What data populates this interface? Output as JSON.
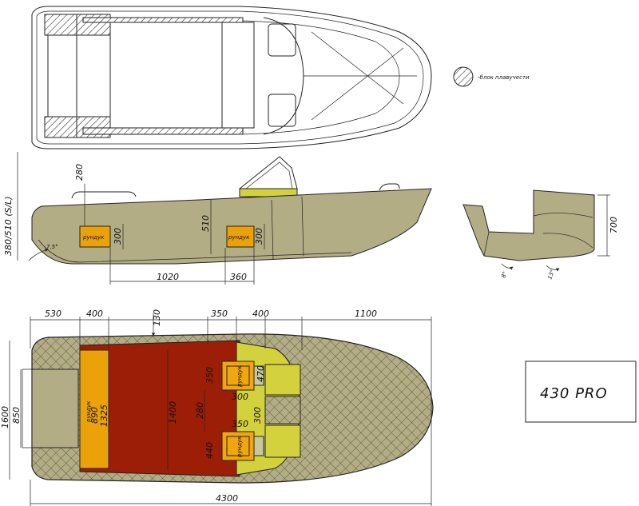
{
  "legend": {
    "label": "-блок плавучести"
  },
  "title": "430 PRO",
  "colors": {
    "hull": "#b3ad85",
    "deck": "#9c1e07",
    "flotation": "#eba208",
    "console": "#d3d23c",
    "seat": "#f0a60c",
    "outline": "#222222"
  },
  "side_view": {
    "dims": {
      "height_sl": "380/510 (S/L)",
      "d280": "280",
      "d510": "510",
      "d300a": "300",
      "d300b": "300",
      "d1020": "1020",
      "d360": "360",
      "deadrise": "7.5°"
    },
    "tag_a": "рундук",
    "tag_b": "рундук"
  },
  "section_view": {
    "dims": {
      "d700": "700",
      "d8": "8°",
      "d13": "13°"
    }
  },
  "plan_view": {
    "dims": {
      "d530": "530",
      "d400a": "400",
      "d130": "130",
      "d350a": "350",
      "d400b": "400",
      "d1100": "1100",
      "d1600": "1600",
      "d850": "850",
      "d890": "890",
      "d1325": "1325",
      "d1400": "1400",
      "d280": "280",
      "d350b": "350",
      "d300a": "300",
      "d470": "470",
      "d300b": "300",
      "d350c": "350",
      "d440": "440",
      "d4300": "4300"
    },
    "tag_bow": "рундук",
    "tag_seat_top": "рундук",
    "tag_seat_bottom": "рундук"
  }
}
